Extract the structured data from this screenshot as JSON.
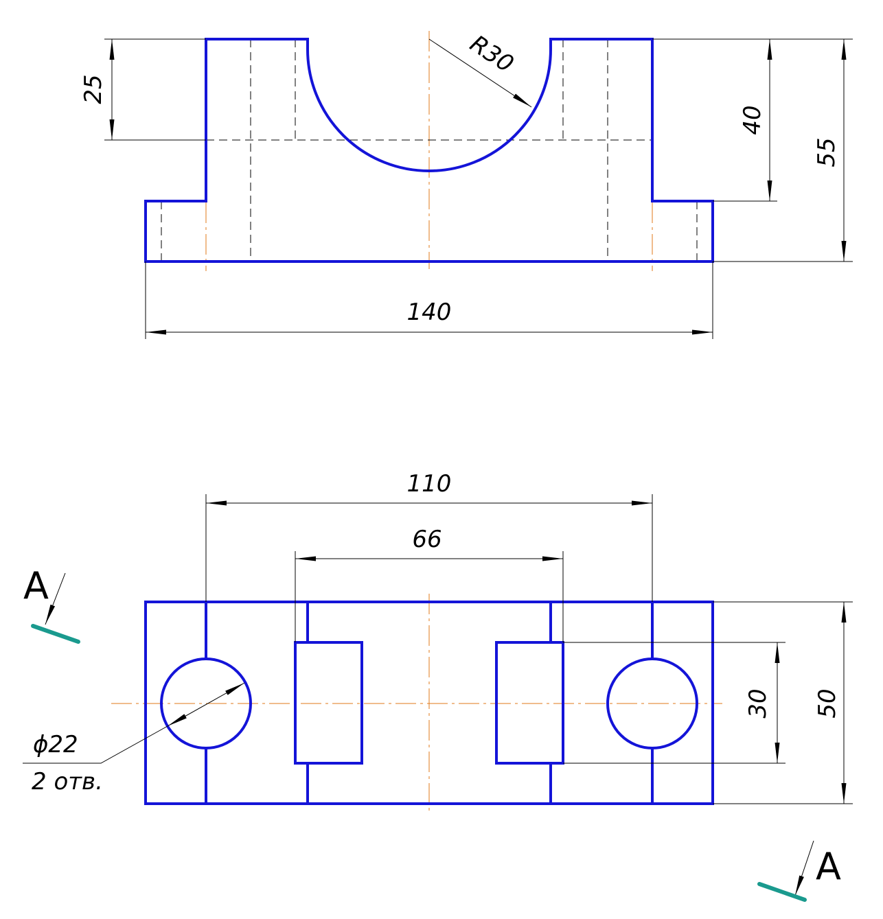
{
  "colors": {
    "outline": "#1414d8",
    "dimension": "#000000",
    "center": "#e07a1a",
    "section": "#1a9a8e"
  },
  "dimensions": {
    "d25": "25",
    "r30": "R30",
    "d40": "40",
    "d55": "55",
    "d140": "140",
    "d110": "110",
    "d66": "66",
    "d30": "30",
    "d50": "50",
    "phi22": "ϕ22",
    "holes": "2 отв."
  },
  "section": {
    "label_top": "A",
    "label_bottom": "A"
  }
}
